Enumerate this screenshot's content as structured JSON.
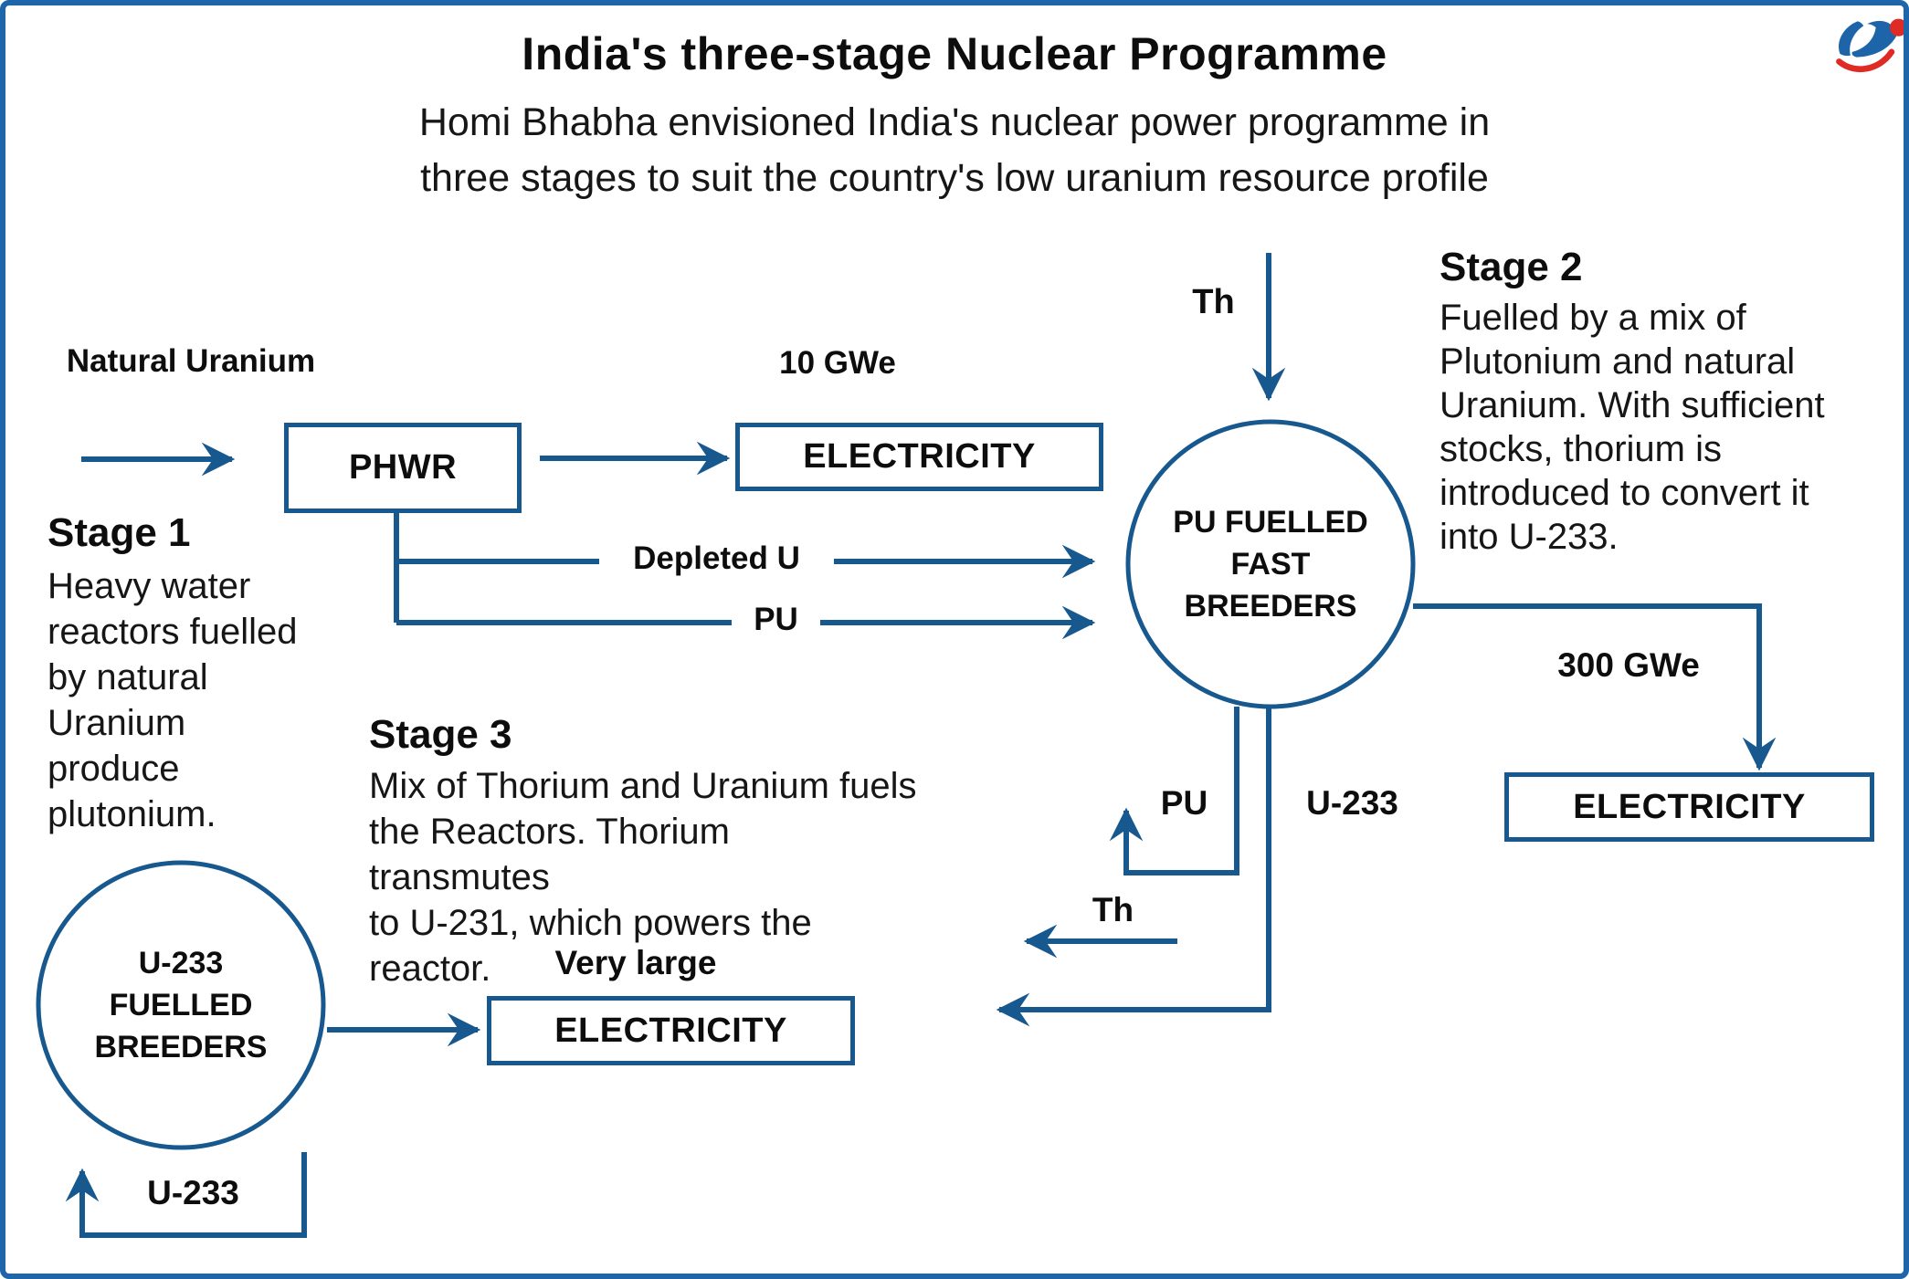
{
  "colors": {
    "stroke": "#17598f",
    "border": "#1e65a9",
    "text": "#0d0d0d",
    "logo_blue": "#1d64a9",
    "logo_red": "#df2b25"
  },
  "header": {
    "title": "India's three-stage Nuclear Programme",
    "subtitle_lines": [
      "Homi Bhabha envisioned India's nuclear power programme in",
      "three stages to suit the country's low uranium resource profile"
    ]
  },
  "logo": {
    "icon": "globe-swoosh-logo"
  },
  "stages": [
    {
      "heading": "Stage 1",
      "lines": [
        "Heavy water",
        "reactors fuelled",
        "by natural",
        "Uranium",
        "produce",
        "plutonium."
      ]
    },
    {
      "heading": "Stage 2",
      "lines": [
        "Fuelled by a mix of",
        "Plutonium and natural",
        "Uranium. With sufficient",
        "stocks, thorium is",
        "introduced to convert it",
        "into U-233."
      ]
    },
    {
      "heading": "Stage 3",
      "lines": [
        "Mix of Thorium and Uranium fuels",
        "the Reactors. Thorium transmutes",
        "to U-231, which powers the",
        "reactor."
      ]
    }
  ],
  "boxes": {
    "phwr": "PHWR",
    "electricity_stage1": "ELECTRICITY",
    "electricity_stage2": "ELECTRICITY",
    "electricity_stage3": "ELECTRICITY"
  },
  "circles": {
    "pu_breeders": {
      "lines": [
        "PU FUELLED",
        "FAST",
        "BREEDERS"
      ]
    },
    "u233_breeders": {
      "lines": [
        "U-233",
        "FUELLED",
        "BREEDERS"
      ]
    }
  },
  "labels": {
    "natural_uranium": "Natural Uranium",
    "gwe10": "10 GWe",
    "gwe300": "300 GWe",
    "very_large": "Very large",
    "depleted_u": "Depleted U",
    "pu_line": "PU",
    "th_in": "Th",
    "pu_return": "PU",
    "u233_out": "U-233",
    "th_return": "Th",
    "u233_loop": "U-233"
  }
}
